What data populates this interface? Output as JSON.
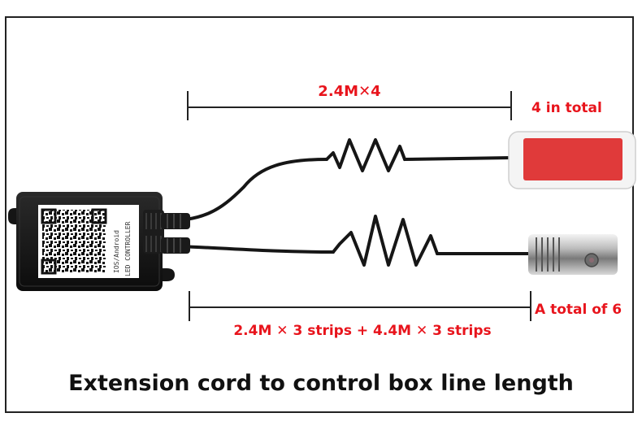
{
  "top_length": "2.4M✕4",
  "top_count": "4 in total",
  "bottom_length": "2.4M ✕ 3 strips + 4.4M ✕ 3 strips",
  "bottom_count": "A total of 6",
  "caption": "Extension cord to control box line length",
  "controller": {
    "label_line1": "IOS/Android",
    "label_line2": "LED CONTROLLER"
  },
  "colors": {
    "annotation": "#e8141c",
    "pad": "#e03a3a",
    "cable": "#161616"
  }
}
